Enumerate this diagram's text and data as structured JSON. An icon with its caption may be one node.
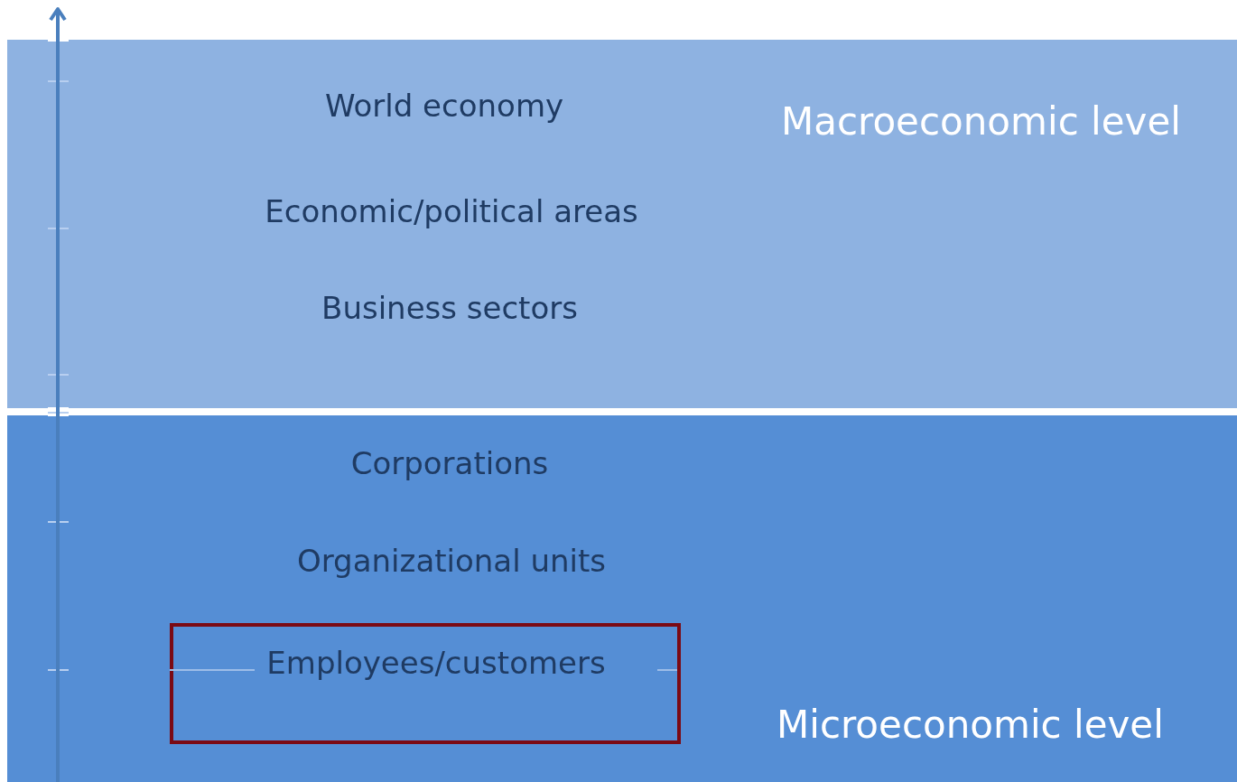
{
  "diagram": {
    "nodes": [
      {
        "text": [
          "Macroeconomic level"
        ]
      },
      {
        "text": [
          "Microeconomic level"
        ]
      },
      {
        "text": [
          "Employees/customers"
        ],
        "in": 1
      }
    ],
    "labels": [
      "World economy",
      "Economic/political areas",
      "Business sectors",
      "Corporations",
      "Organizational units"
    ]
  }
}
